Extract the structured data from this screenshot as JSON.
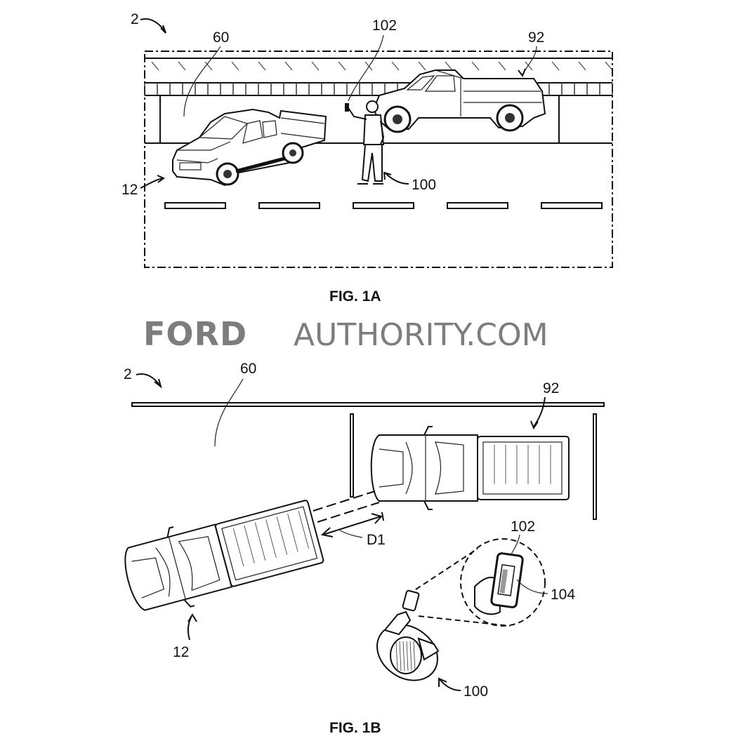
{
  "figure_1a": {
    "caption": "FIG. 1A",
    "ref_scene": "2",
    "ref_lot": "60",
    "ref_phone": "102",
    "ref_parked_truck": "92",
    "ref_vehicle": "12",
    "ref_user": "100"
  },
  "watermark": {
    "brand": "FORD",
    "site": "AUTHORITY.COM"
  },
  "figure_1b": {
    "caption": "FIG. 1B",
    "ref_scene": "2",
    "ref_lot": "60",
    "ref_parked_truck": "92",
    "ref_distance": "D1",
    "ref_phone": "102",
    "ref_screen": "104",
    "ref_vehicle": "12",
    "ref_user": "100"
  }
}
